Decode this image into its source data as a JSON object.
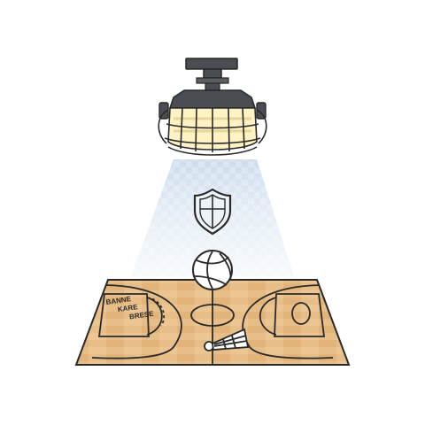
{
  "illustration": {
    "court_wall_label": {
      "line1": "BANNE",
      "line2": "KARE",
      "line3": "BRESE"
    },
    "icons": [
      "light-fixture-icon",
      "shield-icon",
      "volleyball-icon",
      "shuttlecock-icon",
      "basketball-court-icon"
    ],
    "colors": {
      "outline": "#2a2a2a",
      "fixture_metal": "#4a4d52",
      "fixture_glow": "#fff3c4",
      "beam": "#c9d9ea",
      "court_wood": "#e7bd86",
      "court_wood_dark": "#d9a86c",
      "shield_fill": "#eef3f8"
    }
  }
}
